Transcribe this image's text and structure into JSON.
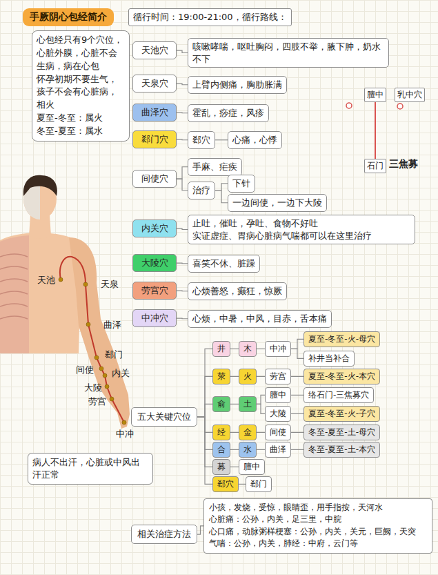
{
  "diagram": {
    "title": "手厥阴心包经简介",
    "nodes": [
      {
        "text": [
          "循行时间：19:00-21:00，循行路线："
        ]
      },
      {
        "text": [
          "心包经只有9个穴位，心脏外膜，心脏不会生病，病在心包",
          "怀孕初期不要生气，孩子不会有心脏病，相火",
          "夏至-冬至：属火",
          "冬至-夏至：属水"
        ]
      },
      {
        "text": [
          "天池穴"
        ]
      },
      {
        "text": [
          "咳嗽哮喘，呕吐胸闷，四肢不举，腋下肿，奶水不下"
        ]
      },
      {
        "text": [
          "天泉穴"
        ]
      },
      {
        "text": [
          "上臂内侧痛，胸肋胀满"
        ]
      },
      {
        "text": [
          "曲泽穴"
        ]
      },
      {
        "text": [
          "霍乱，痧症，风疹"
        ]
      },
      {
        "text": [
          "郄门穴"
        ]
      },
      {
        "text": [
          "郄穴"
        ]
      },
      {
        "text": [
          "心痛，心悸"
        ]
      },
      {
        "text": [
          "间使穴"
        ]
      },
      {
        "text": [
          "手麻、疟疾"
        ]
      },
      {
        "text": [
          "治疗"
        ]
      },
      {
        "text": [
          "下针"
        ]
      },
      {
        "text": [
          "一边间使，一边下大陵"
        ]
      },
      {
        "text": [
          "内关穴"
        ]
      },
      {
        "text": [
          "止吐，催吐，孕吐、食物不好吐",
          "实证虚症、胃病心脏病气喘都可以在这里治疗"
        ]
      },
      {
        "text": [
          "大陵穴"
        ]
      },
      {
        "text": [
          "喜笑不休、脏躁"
        ]
      },
      {
        "text": [
          "劳宫穴"
        ]
      },
      {
        "text": [
          "心烦善怒，癫狂，惊厥"
        ]
      },
      {
        "text": [
          "中冲穴"
        ]
      },
      {
        "text": [
          "心烦，中暑，中风，目赤，舌本痛"
        ]
      },
      {
        "text": [
          "膻中"
        ]
      },
      {
        "text": [
          "乳中穴"
        ]
      },
      {
        "text": [
          "石门"
        ]
      },
      {
        "text": [
          "病人不出汗，心脏或中风出汗正常"
        ]
      },
      {
        "text": [
          "五大关键穴位"
        ]
      },
      {
        "text": [
          "井"
        ]
      },
      {
        "text": [
          "木"
        ]
      },
      {
        "text": [
          "中冲"
        ]
      },
      {
        "text": [
          "夏至-冬至-火-母穴"
        ]
      },
      {
        "text": [
          "补井当补合"
        ]
      },
      {
        "text": [
          "荥"
        ]
      },
      {
        "text": [
          "火"
        ]
      },
      {
        "text": [
          "劳宫"
        ]
      },
      {
        "text": [
          "夏至-冬至-火-本穴"
        ]
      },
      {
        "text": [
          "俞"
        ]
      },
      {
        "text": [
          "土"
        ]
      },
      {
        "text": [
          "膻中"
        ]
      },
      {
        "text": [
          "络石门-三焦募穴"
        ]
      },
      {
        "text": [
          "大陵"
        ]
      },
      {
        "text": [
          "夏至-冬至-火-子穴"
        ]
      },
      {
        "text": [
          "经"
        ]
      },
      {
        "text": [
          "金"
        ]
      },
      {
        "text": [
          "间使"
        ]
      },
      {
        "text": [
          "冬至-夏至-土-母穴"
        ]
      },
      {
        "text": [
          "合"
        ]
      },
      {
        "text": [
          "水"
        ]
      },
      {
        "text": [
          "曲泽"
        ]
      },
      {
        "text": [
          "冬至-夏至-土-本穴"
        ]
      },
      {
        "text": [
          "募"
        ]
      },
      {
        "text": [
          "膻中"
        ]
      },
      {
        "text": [
          "郄穴"
        ]
      },
      {
        "text": [
          "郄门"
        ]
      },
      {
        "text": [
          "相关治症方法"
        ]
      },
      {
        "text": [
          "小孩，发烧，受惊，眼睛歪，用手指按，天河水",
          "心脏痛：公孙，内关，足三里，中脘",
          "心口痛，动脉粥样梗塞：公孙，内关，关元，巨阙，天突",
          "气喘：公孙，内关，肺经：中府，云门等"
        ]
      }
    ],
    "edges": [
      {
        "from": 2,
        "to": 3,
        "arrow": "none"
      },
      {
        "from": 4,
        "to": 5,
        "arrow": "none"
      },
      {
        "from": 6,
        "to": 7,
        "arrow": "none"
      },
      {
        "from": 8,
        "to": 9,
        "arrow": "none"
      },
      {
        "from": 9,
        "to": 10,
        "arrow": "none"
      },
      {
        "from": 11,
        "to": 12,
        "arrow": "none"
      },
      {
        "from": 11,
        "to": 13,
        "arrow": "none"
      },
      {
        "from": 13,
        "to": 14,
        "arrow": "none"
      },
      {
        "from": 13,
        "to": 15,
        "arrow": "none"
      },
      {
        "from": 16,
        "to": 17,
        "arrow": "none"
      },
      {
        "from": 18,
        "to": 19,
        "arrow": "none"
      },
      {
        "from": 20,
        "to": 21,
        "arrow": "none"
      },
      {
        "from": 22,
        "to": 23,
        "arrow": "none"
      },
      {
        "from": 24,
        "to": 26,
        "arrow": "none"
      },
      {
        "from": 28,
        "to": 29,
        "arrow": "none"
      },
      {
        "from": 28,
        "to": 34,
        "arrow": "none"
      },
      {
        "from": 28,
        "to": 38,
        "arrow": "none"
      },
      {
        "from": 28,
        "to": 44,
        "arrow": "none"
      },
      {
        "from": 28,
        "to": 48,
        "arrow": "none"
      },
      {
        "from": 28,
        "to": 52,
        "arrow": "none"
      },
      {
        "from": 28,
        "to": 54,
        "arrow": "none"
      },
      {
        "from": 29,
        "to": 30,
        "arrow": "none"
      },
      {
        "from": 30,
        "to": 31,
        "arrow": "none"
      },
      {
        "from": 31,
        "to": 32,
        "arrow": "none"
      },
      {
        "from": 31,
        "to": 33,
        "arrow": "none"
      },
      {
        "from": 34,
        "to": 35,
        "arrow": "none"
      },
      {
        "from": 35,
        "to": 36,
        "arrow": "none"
      },
      {
        "from": 36,
        "to": 37,
        "arrow": "none"
      },
      {
        "from": 38,
        "to": 39,
        "arrow": "none"
      },
      {
        "from": 39,
        "to": 40,
        "arrow": "none"
      },
      {
        "from": 39,
        "to": 42,
        "arrow": "none"
      },
      {
        "from": 40,
        "to": 41,
        "arrow": "none"
      },
      {
        "from": 42,
        "to": 43,
        "arrow": "none"
      },
      {
        "from": 44,
        "to": 45,
        "arrow": "none"
      },
      {
        "from": 45,
        "to": 46,
        "arrow": "none"
      },
      {
        "from": 46,
        "to": 47,
        "arrow": "none"
      },
      {
        "from": 48,
        "to": 49,
        "arrow": "none"
      },
      {
        "from": 49,
        "to": 50,
        "arrow": "none"
      },
      {
        "from": 50,
        "to": 51,
        "arrow": "none"
      },
      {
        "from": 52,
        "to": 53,
        "arrow": "none"
      },
      {
        "from": 54,
        "to": 55,
        "arrow": "none"
      },
      {
        "from": 56,
        "to": 57,
        "arrow": "none"
      }
    ],
    "labels": [
      "三焦募",
      "天池",
      "天泉",
      "曲泽",
      "郄门",
      "间使",
      "内关",
      "大陵",
      "劳宫",
      "中冲"
    ]
  }
}
